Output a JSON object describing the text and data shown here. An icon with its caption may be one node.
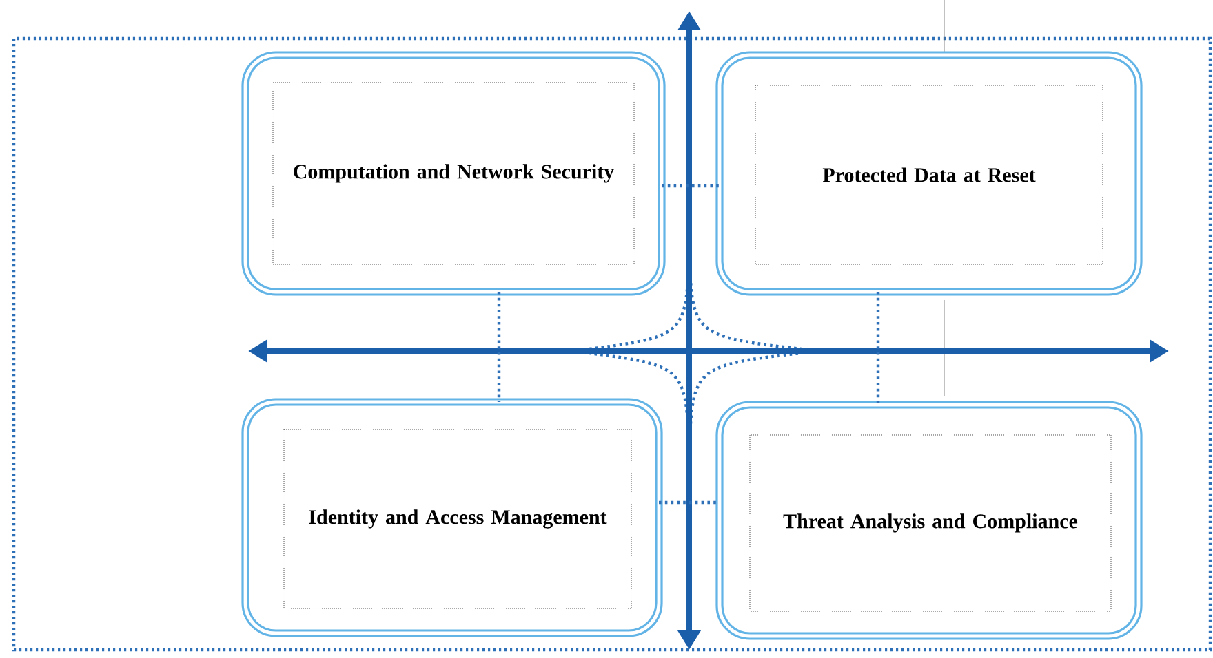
{
  "diagram": {
    "nodes": [
      {
        "text": [
          "Computation and Network Security"
        ]
      },
      {
        "text": [
          "Protected Data at Reset"
        ]
      },
      {
        "text": [
          "Identity and Access Management"
        ]
      },
      {
        "text": [
          "Threat Analysis and Compliance"
        ]
      }
    ],
    "edges": [
      {
        "from": 0,
        "to": 1,
        "arrow": "none"
      },
      {
        "from": 0,
        "to": 2,
        "arrow": "none"
      },
      {
        "from": 1,
        "to": 3,
        "arrow": "none"
      },
      {
        "from": 2,
        "to": 3,
        "arrow": "none"
      }
    ]
  }
}
